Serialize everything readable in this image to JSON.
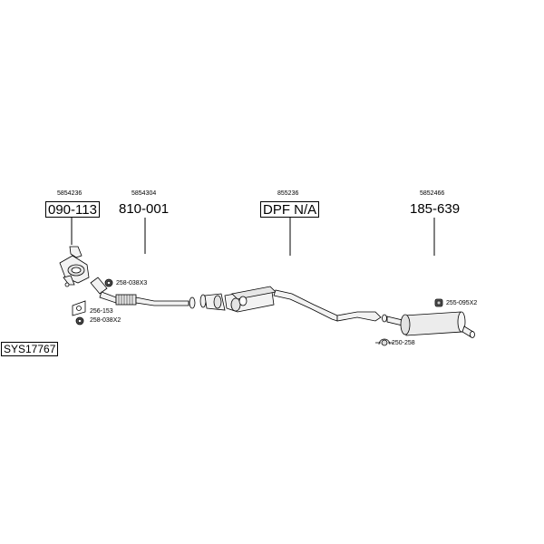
{
  "system_id": "SYS17767",
  "parts": [
    {
      "ref": "5854236",
      "code": "090-113",
      "boxed": true
    },
    {
      "ref": "5854304",
      "code": "810-001",
      "boxed": false
    },
    {
      "ref": "855236",
      "code": "DPF N/A",
      "boxed": true
    },
    {
      "ref": "5852466",
      "code": "185-639",
      "boxed": false
    }
  ],
  "accessories": {
    "a1": "258-038X3",
    "a2": "256-153",
    "a3": "258-038X2",
    "a4": "255-095X2",
    "a5": "250-258"
  }
}
